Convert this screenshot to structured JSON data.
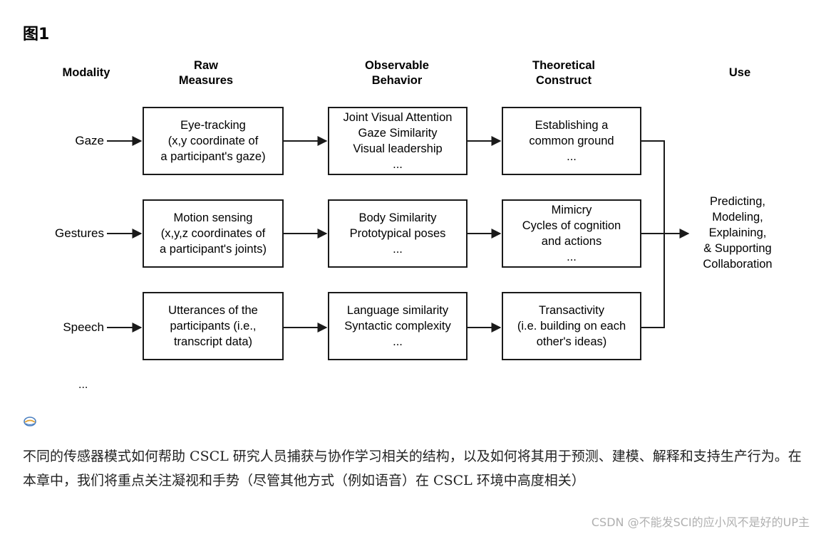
{
  "figure_title": "图1",
  "headers": {
    "modality": "Modality",
    "raw_measures": [
      "Raw",
      "Measures"
    ],
    "observable_behavior": [
      "Observable",
      "Behavior"
    ],
    "theoretical_construct": [
      "Theoretical",
      "Construct"
    ],
    "use": "Use"
  },
  "rows": [
    {
      "label": "Gaze",
      "raw": [
        "Eye-tracking",
        "(x,y coordinate of",
        "a participant's gaze)"
      ],
      "behavior": [
        "Joint Visual Attention",
        "Gaze Similarity",
        "Visual leadership",
        "..."
      ],
      "construct": [
        "Establishing a",
        "common ground",
        "..."
      ]
    },
    {
      "label": "Gestures",
      "raw": [
        "Motion sensing",
        "(x,y,z coordinates of",
        "a participant's joints)"
      ],
      "behavior": [
        "Body Similarity",
        "Prototypical poses",
        "..."
      ],
      "construct": [
        "Mimicry",
        "Cycles of cognition",
        "and actions",
        "..."
      ]
    },
    {
      "label": "Speech",
      "raw": [
        "Utterances of the",
        "participants (i.e.,",
        "transcript data)"
      ],
      "behavior": [
        "Language similarity",
        "Syntactic complexity",
        "..."
      ],
      "construct": [
        "Transactivity",
        "(i.e. building on each",
        "other's ideas)"
      ]
    }
  ],
  "more_rows": "...",
  "use_text": [
    "Predicting,",
    "Modeling,",
    "Explaining,",
    "& Supporting",
    "Collaboration"
  ],
  "icon": "image-placeholder-icon",
  "caption": "不同的传感器模式如何帮助 CSCL 研究人员捕获与协作学习相关的结构，以及如何将其用于预测、建模、解释和支持生产行为。在本章中，我们将重点关注凝视和手势（尽管其他方式（例如语音）在 CSCL 环境中高度相关）",
  "watermark": "CSDN @不能发SCI的应小风不是好的UP主"
}
